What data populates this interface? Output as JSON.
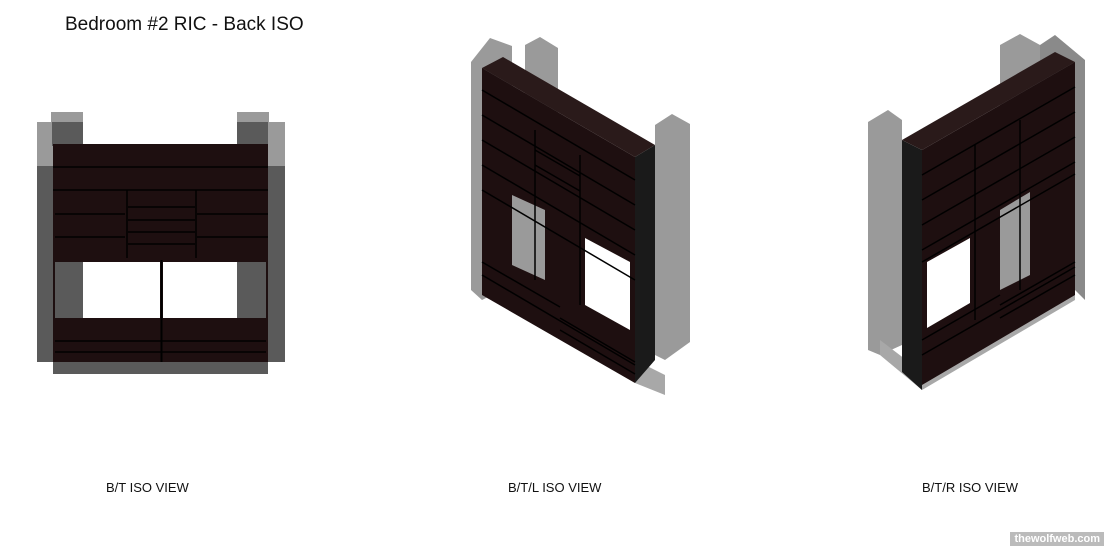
{
  "title": "Bedroom #2 RIC - Back ISO",
  "views": [
    {
      "label": "B/T ISO VIEW"
    },
    {
      "label": "B/T/L ISO VIEW"
    },
    {
      "label": "B/T/R ISO VIEW"
    }
  ],
  "watermark": "thewolfweb.com",
  "colors": {
    "cabinet": "#1e0f10",
    "light_grey": "#9a9a9a",
    "dark_grey": "#5a5a5a",
    "mid_grey": "#7a7a7a"
  }
}
